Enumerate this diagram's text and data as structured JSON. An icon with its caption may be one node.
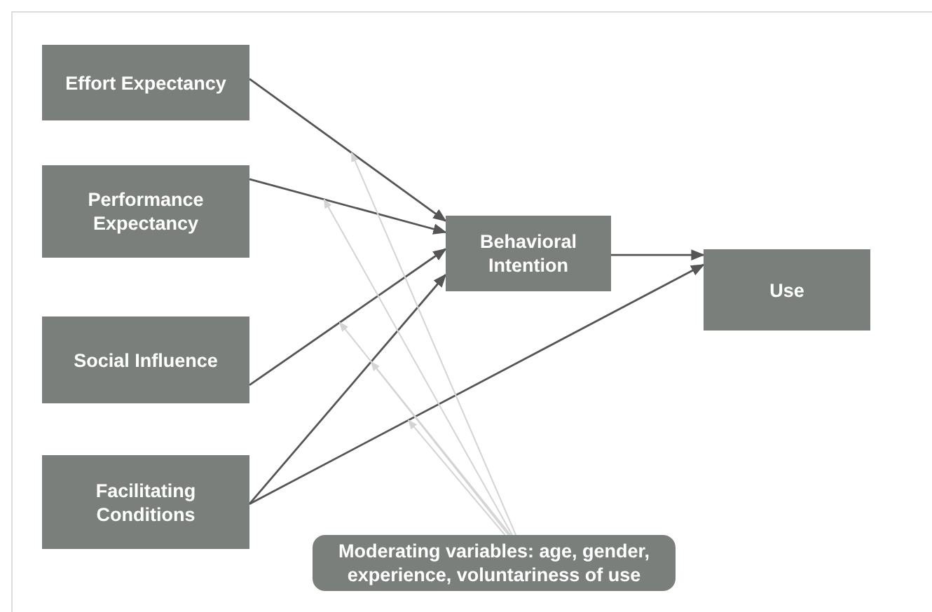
{
  "diagram": {
    "nodes": [
      {
        "text": [
          "Effort Expectancy"
        ]
      },
      {
        "text": [
          "Performance Expectancy"
        ]
      },
      {
        "text": [
          "Social Influence"
        ]
      },
      {
        "text": [
          "Facilitating Conditions"
        ]
      },
      {
        "text": [
          "Behavioral Intention"
        ]
      },
      {
        "text": [
          "Use"
        ]
      },
      {
        "text": [
          "Moderating variables: age, gender, experience, voluntariness of use"
        ]
      }
    ],
    "edges": [
      {
        "from": 0,
        "to": 4,
        "arrow": "to"
      },
      {
        "from": 1,
        "to": 4,
        "arrow": "to"
      },
      {
        "from": 2,
        "to": 4,
        "arrow": "to"
      },
      {
        "from": 3,
        "to": 4,
        "arrow": "to"
      },
      {
        "from": 4,
        "to": 5,
        "arrow": "to"
      },
      {
        "from": 3,
        "to": 5,
        "arrow": "to"
      },
      {
        "from": 6,
        "to": null,
        "arrow": "to",
        "color": "#d4d4d4"
      },
      {
        "from": 6,
        "to": null,
        "arrow": "to",
        "color": "#d4d4d4"
      },
      {
        "from": 6,
        "to": null,
        "arrow": "to",
        "color": "#d4d4d4"
      },
      {
        "from": 6,
        "to": null,
        "arrow": "to",
        "color": "#d4d4d4"
      },
      {
        "from": 6,
        "to": null,
        "arrow": "to",
        "color": "#d4d4d4"
      }
    ]
  }
}
